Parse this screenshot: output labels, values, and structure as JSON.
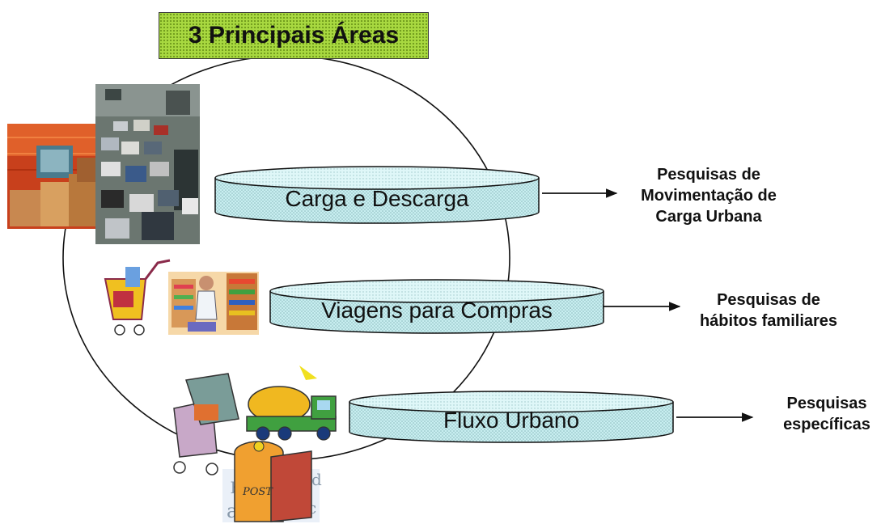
{
  "title": "3 Principais Áreas",
  "areas": [
    {
      "label": "Carga e Descarga",
      "research": [
        "Pesquisas de",
        "Movimentação de",
        "Carga Urbana"
      ]
    },
    {
      "label": "Viagens para Compras",
      "research": [
        "Pesquisas de",
        "hábitos familiares"
      ]
    },
    {
      "label": "Fluxo Urbano",
      "research": [
        "Pesquisas",
        "específicas"
      ]
    }
  ],
  "illustrations": {
    "truck_interior": "cargo-unloading-photo",
    "traffic": "traffic-jam-photo",
    "shopping": "shopping-clipart",
    "urban": "urban-flow-clipart",
    "post_label": "POST",
    "letters": [
      "a",
      "d",
      "b",
      "c"
    ]
  },
  "colors": {
    "title_fill": "#a8d840",
    "cylinder_fill": "#c8eef0",
    "cylinder_texture": "#8ab8bc",
    "line": "#111111"
  }
}
